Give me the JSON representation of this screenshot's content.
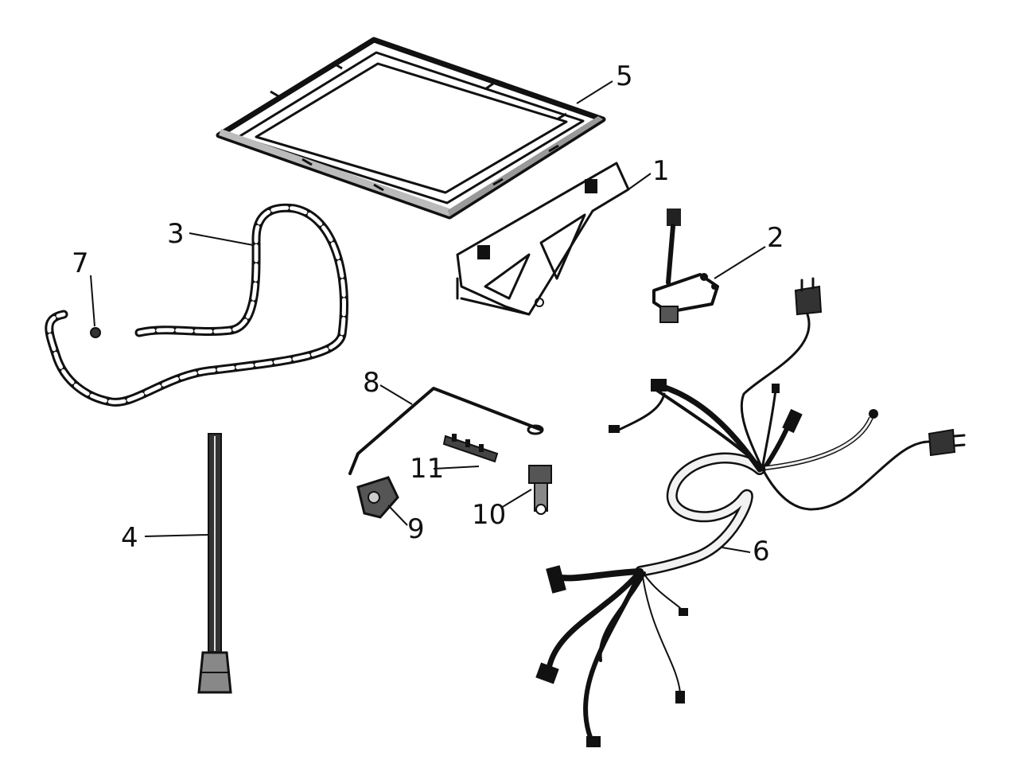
{
  "callouts": [
    {
      "id": "1",
      "text": "1"
    },
    {
      "id": "2",
      "text": "2"
    },
    {
      "id": "3",
      "text": "3"
    },
    {
      "id": "4",
      "text": "4"
    },
    {
      "id": "5",
      "text": "5"
    },
    {
      "id": "6",
      "text": "6"
    },
    {
      "id": "7",
      "text": "7"
    },
    {
      "id": "8",
      "text": "8"
    },
    {
      "id": "9",
      "text": "9"
    },
    {
      "id": "10",
      "text": "10"
    },
    {
      "id": "11",
      "text": "11"
    }
  ],
  "ink_color": "#111111",
  "background_color": "#ffffff"
}
